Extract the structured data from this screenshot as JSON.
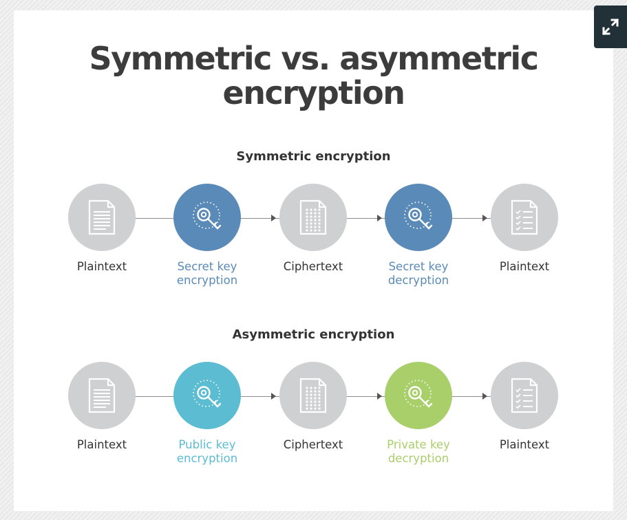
{
  "title": "Symmetric vs. asymmetric encryption",
  "expand_button": {
    "icon": "expand-icon"
  },
  "colors": {
    "node_gray": "#cfd0d2",
    "secret_key_blue": "#5a8ab8",
    "public_key_teal": "#5bbcd2",
    "private_key_green": "#a9cf6a",
    "text_dark": "#333333"
  },
  "sections": [
    {
      "title": "Symmetric encryption",
      "steps": [
        {
          "label": "Plaintext",
          "icon": "document-icon",
          "color": "#333333",
          "fill": "#cfd0d2"
        },
        {
          "label": "Secret key\nencryption",
          "icon": "key-icon",
          "color": "#5a8ab8",
          "fill": "#5a8ab8"
        },
        {
          "label": "Ciphertext",
          "icon": "ciphertext-icon",
          "color": "#333333",
          "fill": "#cfd0d2"
        },
        {
          "label": "Secret key\ndecryption",
          "icon": "key-icon",
          "color": "#5a8ab8",
          "fill": "#5a8ab8"
        },
        {
          "label": "Plaintext",
          "icon": "checklist-icon",
          "color": "#333333",
          "fill": "#cfd0d2"
        }
      ]
    },
    {
      "title": "Asymmetric encryption",
      "steps": [
        {
          "label": "Plaintext",
          "icon": "document-icon",
          "color": "#333333",
          "fill": "#cfd0d2"
        },
        {
          "label": "Public key\nencryption",
          "icon": "key-icon",
          "color": "#5bbcd2",
          "fill": "#5bbcd2"
        },
        {
          "label": "Ciphertext",
          "icon": "ciphertext-icon",
          "color": "#333333",
          "fill": "#cfd0d2"
        },
        {
          "label": "Private key\ndecryption",
          "icon": "key-icon",
          "color": "#a9cf6a",
          "fill": "#a9cf6a"
        },
        {
          "label": "Plaintext",
          "icon": "checklist-icon",
          "color": "#333333",
          "fill": "#cfd0d2"
        }
      ]
    }
  ]
}
